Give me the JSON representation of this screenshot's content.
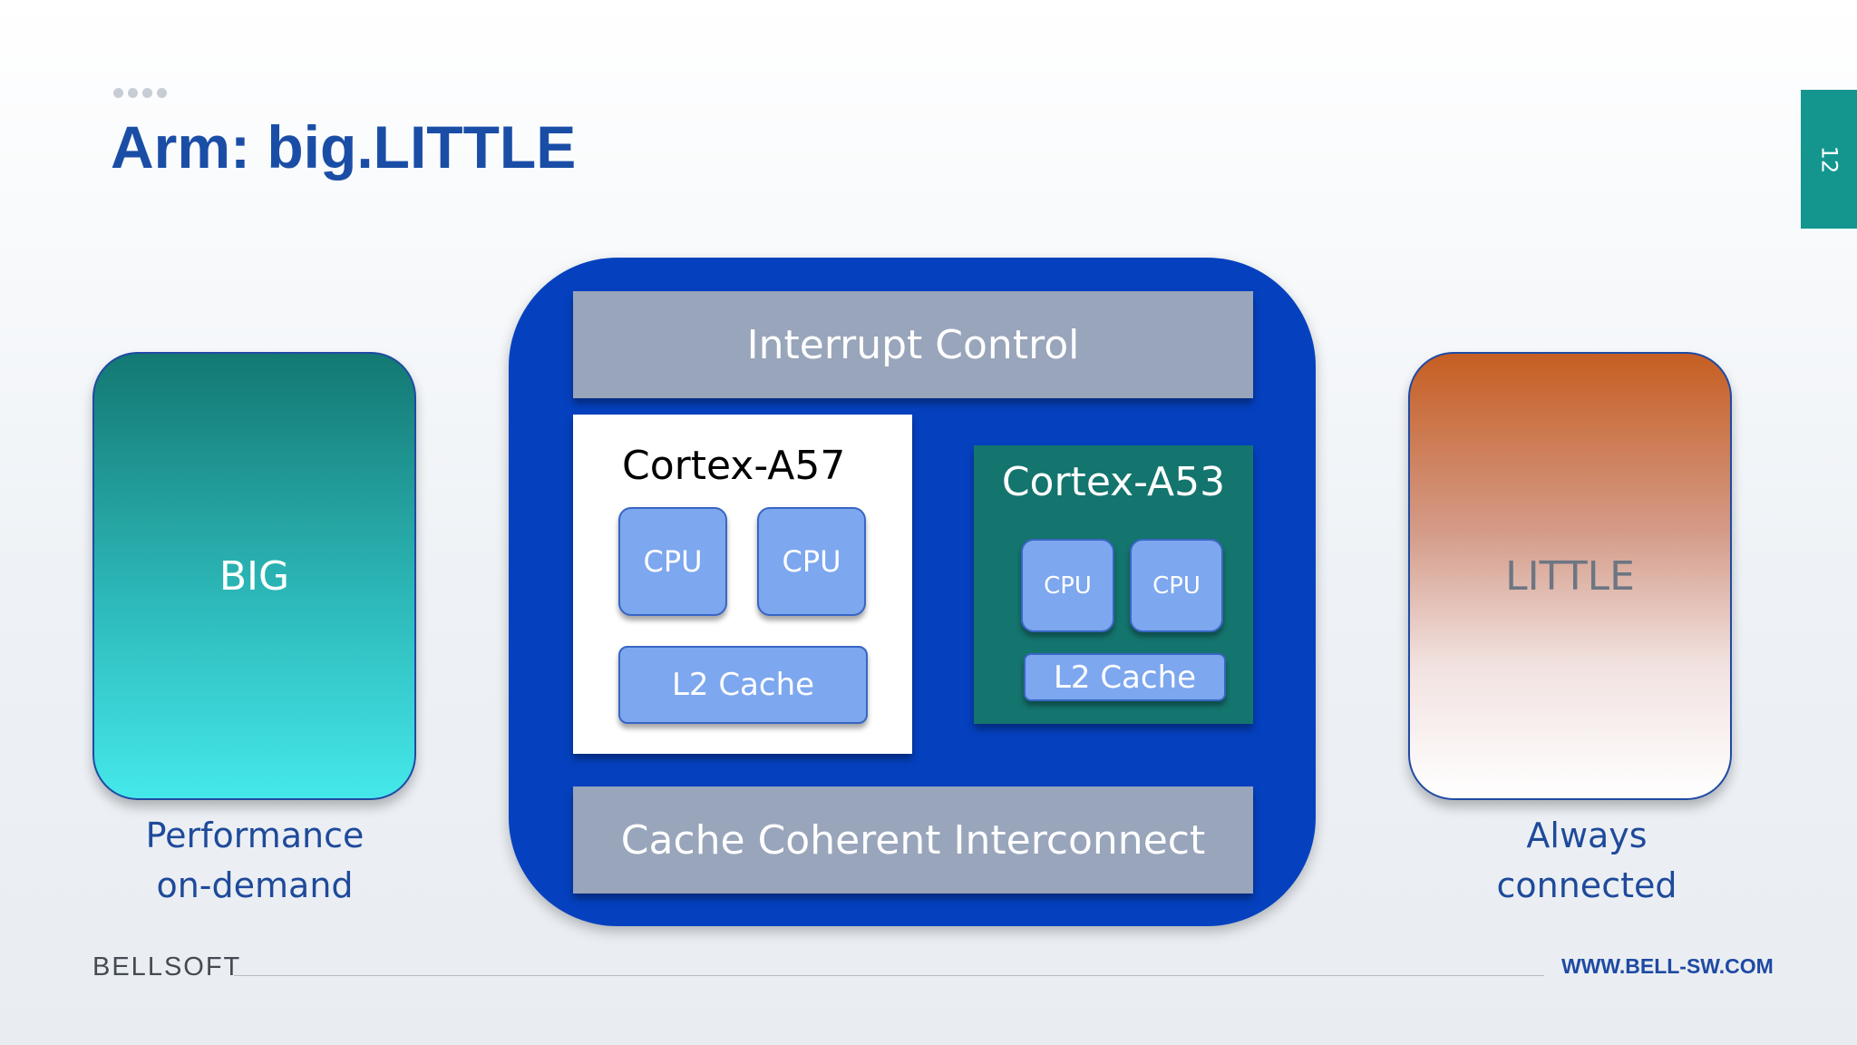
{
  "slide": {
    "title": "Arm: big.LITTLE",
    "page_number": "12"
  },
  "big": {
    "label": "BIG",
    "caption_line1": "Performance",
    "caption_line2": "on-demand"
  },
  "little": {
    "label": "LITTLE",
    "caption_line1": "Always",
    "caption_line2": "connected"
  },
  "soc": {
    "interrupt_label": "Interrupt Control",
    "interconnect_label": "Cache Coherent Interconnect",
    "a57": {
      "label": "Cortex-A57",
      "cpu1": "CPU",
      "cpu2": "CPU",
      "l2": "L2 Cache"
    },
    "a53": {
      "label": "Cortex-A53",
      "cpu1": "CPU",
      "cpu2": "CPU",
      "l2": "L2 Cache"
    }
  },
  "footer": {
    "logo": "BELLSOFT",
    "website": "WWW.BELL-SW.COM"
  },
  "colors": {
    "title": "#1a4ea6",
    "soc_background": "#0541bf",
    "bar_gray": "#98a5bb",
    "a53_teal": "#14746e",
    "chip_blue": "#7da7ee",
    "page_tab": "#14968f"
  }
}
